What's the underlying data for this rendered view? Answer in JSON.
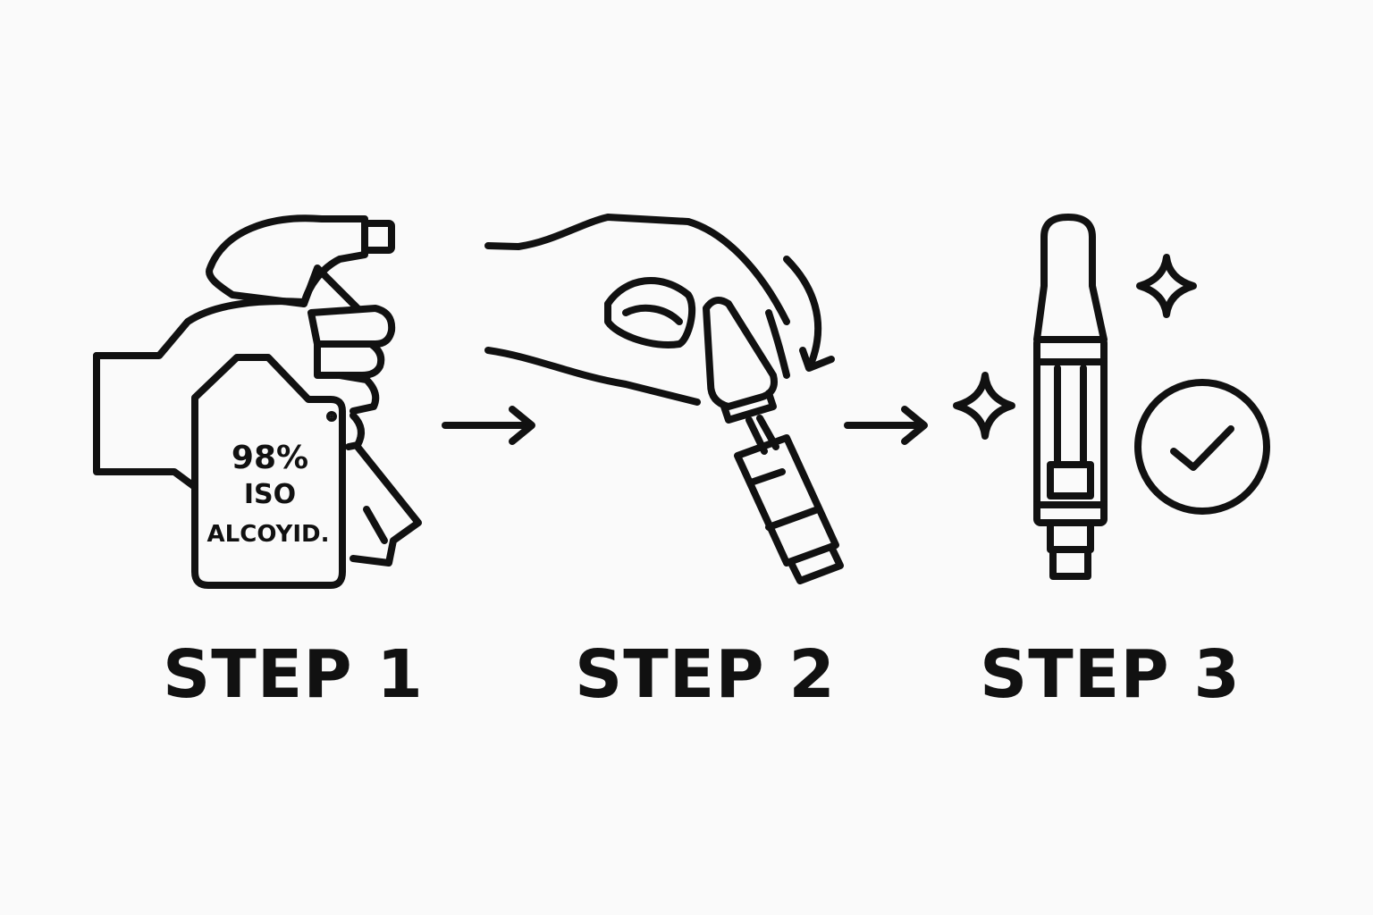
{
  "steps": [
    {
      "label": "STEP 1"
    },
    {
      "label": "STEP 2"
    },
    {
      "label": "STEP 3"
    }
  ],
  "bottle_label": {
    "line1": "98%",
    "line2": "ISO",
    "line3": "ALCOYID."
  },
  "colors": {
    "stroke": "#111111",
    "background": "#fafafa"
  }
}
